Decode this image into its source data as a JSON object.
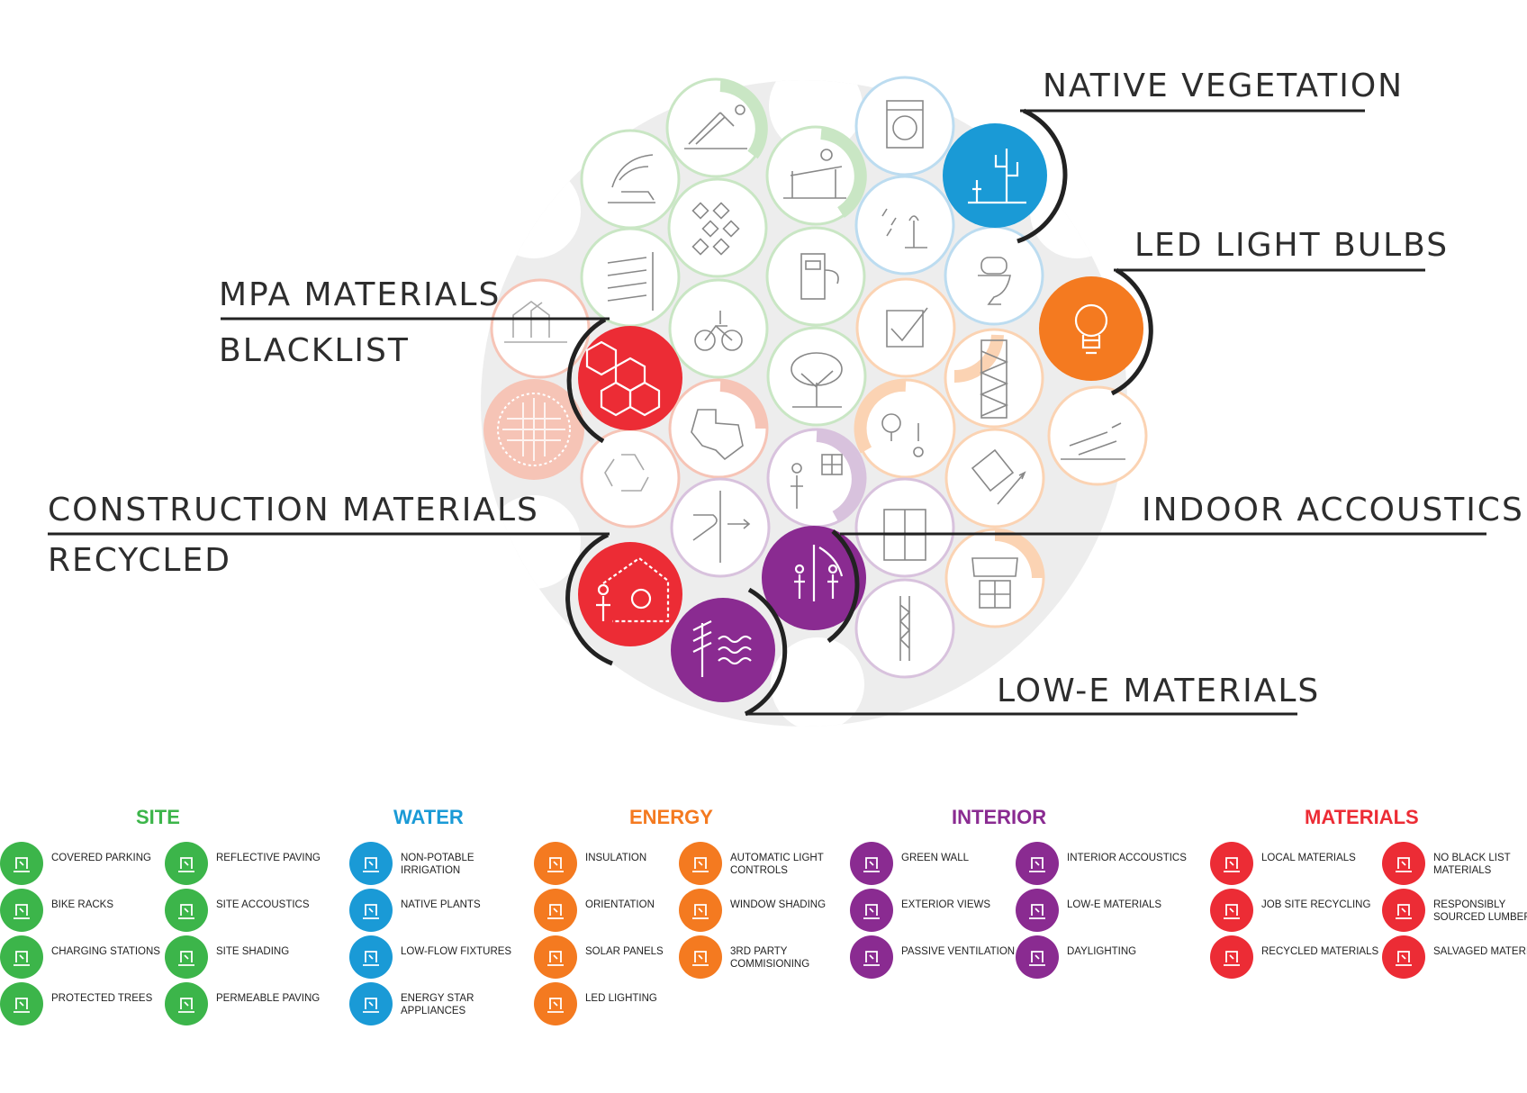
{
  "callouts": {
    "native_vegetation": "NATIVE VEGETATION",
    "led_light_bulbs": "LED LIGHT BULBS",
    "mpa_line1": "MPA MATERIALS",
    "mpa_line2": "BLACKLIST",
    "construction_line1": "CONSTRUCTION MATERIALS",
    "construction_line2": "RECYCLED",
    "indoor_accoustics": "INDOOR ACCOUSTICS",
    "low_e_materials": "LOW-E MATERIALS"
  },
  "colors": {
    "site": "#3cb54a",
    "water": "#1a9ad6",
    "energy": "#f47a20",
    "interior": "#8a2b91",
    "materials": "#ec2c35",
    "ring_background": "#ededed",
    "callout_line": "#222222"
  },
  "legend": {
    "site": {
      "title": "SITE",
      "items": [
        {
          "label": "COVERED PARKING",
          "icon": "covered-parking-icon"
        },
        {
          "label": "REFLECTIVE PAVING",
          "icon": "reflective-paving-icon"
        },
        {
          "label": "BIKE RACKS",
          "icon": "bike-icon"
        },
        {
          "label": "SITE ACCOUSTICS",
          "icon": "site-accoustics-icon"
        },
        {
          "label": "CHARGING STATIONS",
          "icon": "charging-station-icon"
        },
        {
          "label": "SITE SHADING",
          "icon": "site-shading-icon"
        },
        {
          "label": "PROTECTED TREES",
          "icon": "tree-icon"
        },
        {
          "label": "PERMEABLE PAVING",
          "icon": "permeable-paving-icon"
        }
      ]
    },
    "water": {
      "title": "WATER",
      "items": [
        {
          "label": "NON-POTABLE IRRIGATION",
          "icon": "irrigation-icon"
        },
        {
          "label": "NATIVE PLANTS",
          "icon": "cactus-icon"
        },
        {
          "label": "LOW-FLOW FIXTURES",
          "icon": "toilet-icon"
        },
        {
          "label": "ENERGY STAR APPLIANCES",
          "icon": "washer-icon"
        }
      ]
    },
    "energy": {
      "title": "ENERGY",
      "items": [
        {
          "label": "INSULATION",
          "icon": "insulation-icon"
        },
        {
          "label": "AUTOMATIC LIGHT CONTROLS",
          "icon": "light-control-icon"
        },
        {
          "label": "ORIENTATION",
          "icon": "orientation-icon"
        },
        {
          "label": "WINDOW SHADING",
          "icon": "awning-icon"
        },
        {
          "label": "SOLAR PANELS",
          "icon": "solar-panel-icon"
        },
        {
          "label": "3RD PARTY COMMISIONING",
          "icon": "checkbox-icon"
        },
        {
          "label": "LED LIGHTING",
          "icon": "bulb-icon"
        }
      ]
    },
    "interior": {
      "title": "INTERIOR",
      "items": [
        {
          "label": "GREEN WALL",
          "icon": "green-wall-icon"
        },
        {
          "label": "INTERIOR ACCOUSTICS",
          "icon": "interior-accoustics-icon"
        },
        {
          "label": "EXTERIOR VIEWS",
          "icon": "exterior-views-icon"
        },
        {
          "label": "LOW-E MATERIALS",
          "icon": "low-e-icon"
        },
        {
          "label": "PASSIVE VENTILATION",
          "icon": "ventilation-icon"
        },
        {
          "label": "DAYLIGHTING",
          "icon": "window-icon"
        }
      ]
    },
    "materials": {
      "title": "MATERIALS",
      "items": [
        {
          "label": "LOCAL MATERIALS",
          "icon": "texas-icon"
        },
        {
          "label": "NO BLACK LIST MATERIALS",
          "icon": "hexagon-icon"
        },
        {
          "label": "JOB SITE RECYCLING",
          "icon": "job-site-recycling-icon"
        },
        {
          "label": "RESPONSIBLY SOURCED LUMBER",
          "icon": "lumber-icon"
        },
        {
          "label": "RECYCLED MATERIALS",
          "icon": "recycle-icon"
        },
        {
          "label": "SALVAGED MATERIALS",
          "icon": "salvaged-icon"
        }
      ]
    }
  }
}
